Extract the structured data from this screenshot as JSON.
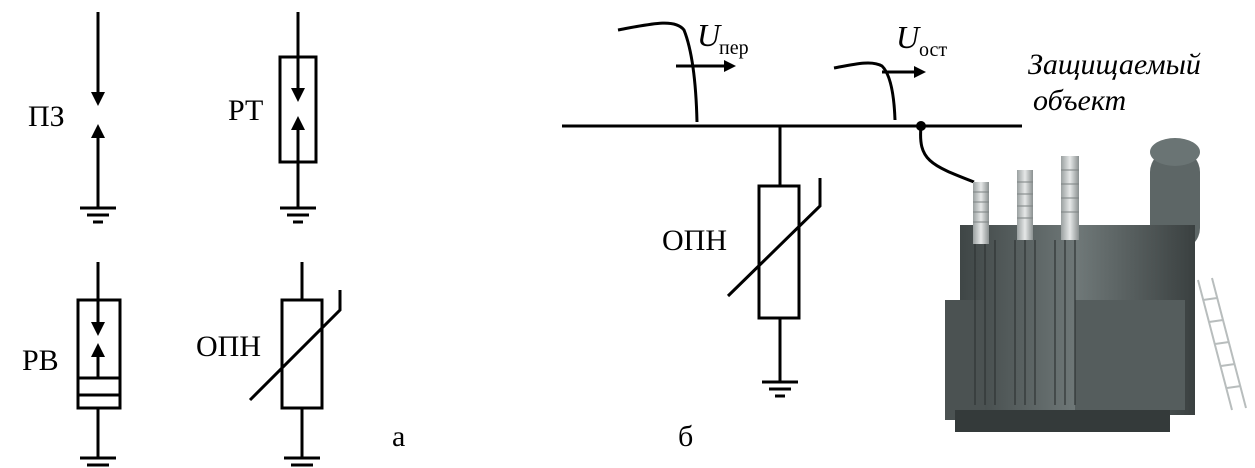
{
  "panel_a": {
    "label_pz": "ПЗ",
    "label_rt": "РТ",
    "label_rv": "РВ",
    "label_opn": "ОПН",
    "caption": "а"
  },
  "panel_b": {
    "u_incoming_main": "U",
    "u_incoming_sub": "пер",
    "u_residual_main": "U",
    "u_residual_sub": "ост",
    "label_opn": "ОПН",
    "protected_object_line1": "Защищаемый",
    "protected_object_line2": "объект",
    "caption": "б"
  }
}
